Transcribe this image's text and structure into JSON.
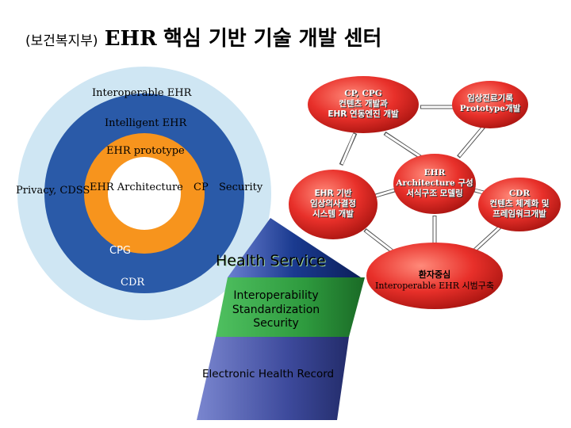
{
  "title": {
    "prefix": "(보건복지부)",
    "english": "EHR",
    "korean": "핵심 기반 기술 개발 센터"
  },
  "rings": {
    "interoperable": "Interoperable EHR",
    "intelligent": "Intelligent EHR",
    "prototype": "EHR prototype",
    "privacy_cdss": "Privacy, CDSS",
    "architecture": "EHR Architecture",
    "cp": "CP",
    "security": "Security",
    "cpg": "CPG",
    "cdr": "CDR"
  },
  "nodes": {
    "cp_cpg": [
      "CP, CPG",
      "컨텐츠 개발과",
      "EHR 연동엔진 개발"
    ],
    "clinical_record": [
      "임상진료기록",
      "Prototype개발"
    ],
    "ehr_architecture": [
      "EHR",
      "Architecture 구성",
      "서식구조 모델링"
    ],
    "cdr_framework": [
      "CDR",
      "컨텐츠 체계화 및",
      "프레임워크개발"
    ],
    "cdss": [
      "EHR 기반",
      "임상의사결정",
      "시스템 개발"
    ],
    "patient": [
      "환자중심",
      "Interoperable EHR 시범구축"
    ]
  },
  "pyramid": {
    "top": "Health Service",
    "middle": [
      "Interoperability",
      "Standardization",
      "Security"
    ],
    "bottom": "Electronic Health Record"
  },
  "colors": {
    "outer_ring": "#cfe6f3",
    "blue_ring": "#2a5aa8",
    "orange_ring": "#f7941d",
    "core": "#ffffff",
    "node_fill": "#e8302a",
    "pyramid_top": "#1a3a8f",
    "pyramid_mid": "#2e9a3e",
    "pyramid_bottom": "#3d4a9c"
  }
}
